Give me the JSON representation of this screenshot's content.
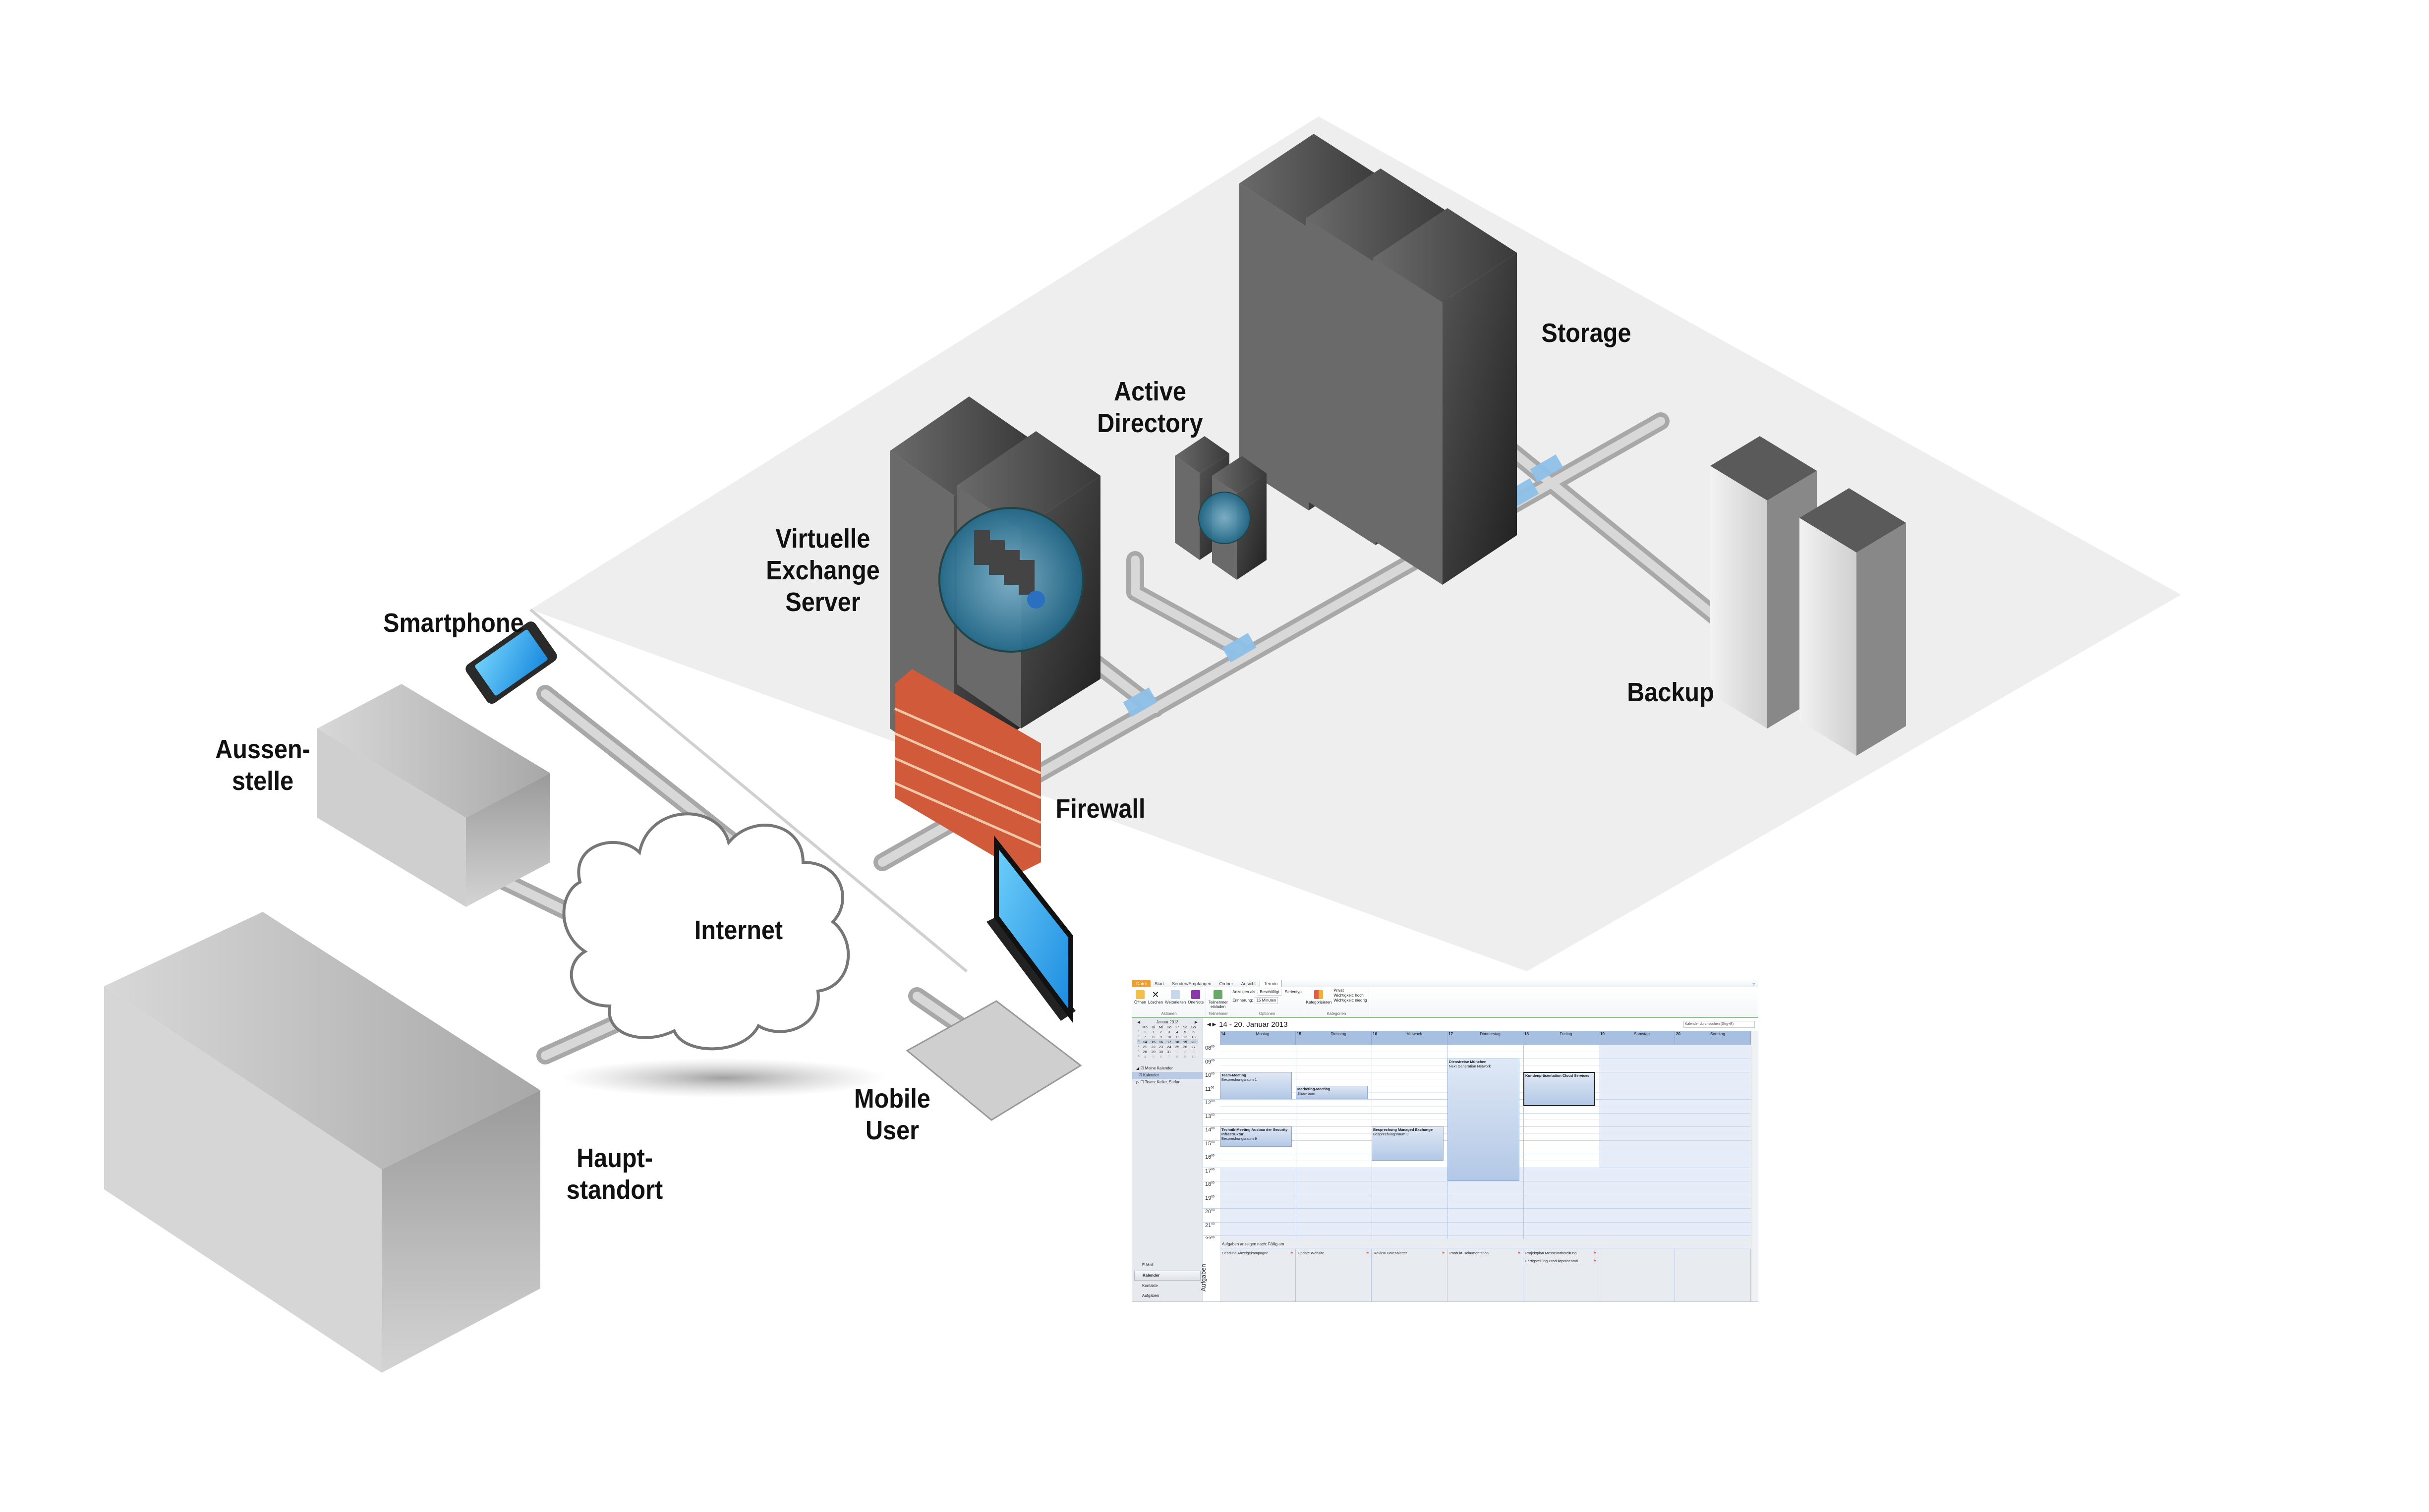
{
  "diagram": {
    "labels": {
      "smartphone": "Smartphone",
      "aussenstelle": "Aussen-\nstelle",
      "hauptstandort": "Haupt-\nstandort",
      "internet": "Internet",
      "mobile_user": "Mobile\nUser",
      "firewall": "Firewall",
      "virtual_exchange": "Virtuelle\nExchange\nServer",
      "active_directory": "Active\nDirectory",
      "storage": "Storage",
      "backup": "Backup"
    },
    "colors": {
      "platform": "#eeeeee",
      "pipe": "#c8c8c8",
      "connector": "#8ec0e8",
      "rack": "#2e2e2e",
      "rack_led": "#3a6fd0",
      "firewall": "#d05a3a",
      "cloud_outline": "#777777",
      "screen": "#3aa6ee"
    }
  },
  "outlook": {
    "tabs": [
      "Datei",
      "Start",
      "Senden/Empfangen",
      "Ordner",
      "Ansicht",
      "Termin"
    ],
    "active_tab": "Termin",
    "ribbon": {
      "aktionen": {
        "label": "Aktionen",
        "buttons": [
          "Öffnen",
          "Löschen",
          "Weiterleiten",
          "OneNote"
        ]
      },
      "teilnehmer": {
        "label": "Teilnehmer",
        "buttons": [
          "Teilnehmer einladen"
        ]
      },
      "optionen": {
        "label": "Optionen",
        "anzeigen_als_label": "Anzeigen als:",
        "anzeigen_als_value": "Beschäftigt",
        "erinnerung_label": "Erinnerung:",
        "erinnerung_value": "15 Minuten",
        "serientyp": "Serientyp"
      },
      "kategorien": {
        "label": "Kategorien",
        "kategorisieren": "Kategorisieren",
        "privat": "Privat",
        "hoch": "Wichtigkeit: hoch",
        "niedrig": "Wichtigkeit: niedrig"
      }
    },
    "mini_calendar": {
      "month": "Januar 2013",
      "weekdays": [
        "Mo",
        "Di",
        "Mi",
        "Do",
        "Fr",
        "Sa",
        "So"
      ],
      "weeks": [
        {
          "wk": "1",
          "days": [
            "31",
            "1",
            "2",
            "3",
            "4",
            "5",
            "6"
          ]
        },
        {
          "wk": "2",
          "days": [
            "7",
            "8",
            "9",
            "10",
            "11",
            "12",
            "13"
          ]
        },
        {
          "wk": "3",
          "days": [
            "14",
            "15",
            "16",
            "17",
            "18",
            "19",
            "20"
          ]
        },
        {
          "wk": "4",
          "days": [
            "21",
            "22",
            "23",
            "24",
            "25",
            "26",
            "27"
          ]
        },
        {
          "wk": "5",
          "days": [
            "28",
            "29",
            "30",
            "31",
            "1",
            "2",
            "3"
          ]
        },
        {
          "wk": "6",
          "days": [
            "4",
            "5",
            "6",
            "7",
            "8",
            "9",
            "10"
          ]
        }
      ],
      "current_week_index": 2
    },
    "calendars": {
      "group": "Meine Kalender",
      "items": [
        "Kalender",
        "Team: Keller, Stefan"
      ]
    },
    "nav_buttons": [
      "E-Mail",
      "Kalender",
      "Kontakte",
      "Aufgaben"
    ],
    "view_title": "14 - 20. Januar 2013",
    "search_placeholder": "Kalender durchsuchen (Strg+E)",
    "days": [
      {
        "num": "14",
        "name": "Montag"
      },
      {
        "num": "15",
        "name": "Dienstag"
      },
      {
        "num": "16",
        "name": "Mittwoch"
      },
      {
        "num": "17",
        "name": "Donnerstag"
      },
      {
        "num": "18",
        "name": "Freitag"
      },
      {
        "num": "19",
        "name": "Samstag"
      },
      {
        "num": "20",
        "name": "Sonntag"
      }
    ],
    "hours": [
      "08",
      "09",
      "10",
      "11",
      "12",
      "13",
      "14",
      "15",
      "16",
      "17",
      "18",
      "19",
      "20",
      "21",
      "22"
    ],
    "hour_suffix": "00",
    "appointments": [
      {
        "title": "Team-Meeting",
        "location": "Besprechungsraum 1",
        "day": 0,
        "start": 10,
        "end": 12
      },
      {
        "title": "Marketing-Meeting",
        "location": "Showroom",
        "day": 1,
        "start": 11,
        "end": 12
      },
      {
        "title": "Dienstreise München",
        "location": "Next Generation Network",
        "day": 3,
        "start": 9,
        "end": 18
      },
      {
        "title": "Kundenpräsentation Cloud Services",
        "location": "",
        "day": 4,
        "start": 10,
        "end": 12.5,
        "selected": true
      },
      {
        "title": "Technik-Meeting Ausbau der Security Infrastruktur",
        "location": "Besprechungsraum 9",
        "day": 0,
        "start": 14,
        "end": 15.5
      },
      {
        "title": "Besprechung Managed Exchange",
        "location": "Besprechungsraum 3",
        "day": 2,
        "start": 14,
        "end": 16.5
      }
    ],
    "tasks": {
      "pane_label": "Aufgaben",
      "header": "Aufgaben anzeigen nach: Fällig am",
      "columns": [
        [
          "Deadline Anzeigekampagne"
        ],
        [
          "Update Website"
        ],
        [
          "Review Datenblätter"
        ],
        [
          "Produkt-Dokumentation"
        ],
        [
          "Projektplan Messevorbereitung",
          "Fertigstellung Produktpräsentati..."
        ],
        [],
        []
      ]
    }
  }
}
